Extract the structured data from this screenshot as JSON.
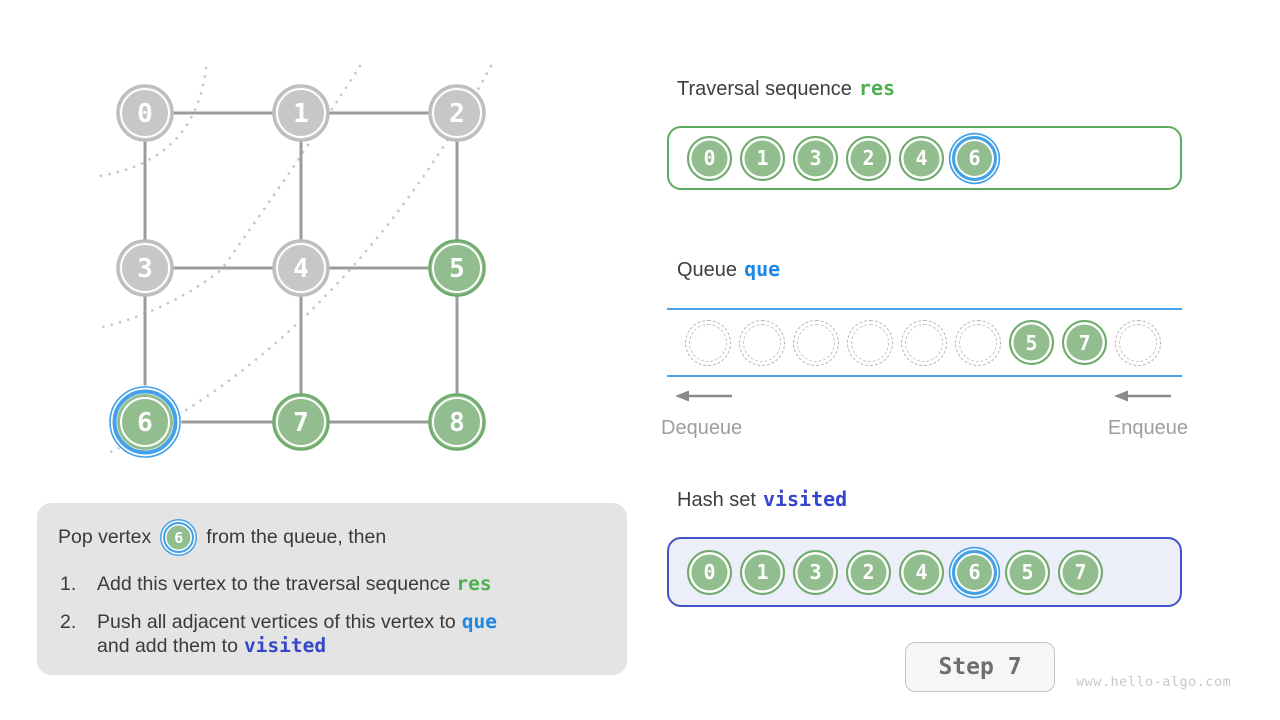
{
  "colors": {
    "vertex_green_fill": "#92bd8e",
    "vertex_green_border": "#6fac6c",
    "vertex_gray_fill": "#c7c7c7",
    "highlight_blue": "#45a1e7",
    "res_green": "#4caf50",
    "que_blue": "#1e88e5",
    "visited_indigo": "#3646c8",
    "edge_gray": "#9b9b9b",
    "queue_line_blue": "#4aa3e8",
    "instruction_box_bg": "#e4e4e4"
  },
  "graph": {
    "vertices": [
      {
        "label": "0",
        "state": "gray"
      },
      {
        "label": "1",
        "state": "gray"
      },
      {
        "label": "2",
        "state": "gray"
      },
      {
        "label": "3",
        "state": "gray"
      },
      {
        "label": "4",
        "state": "gray"
      },
      {
        "label": "5",
        "state": "green"
      },
      {
        "label": "6",
        "state": "green-highlighted"
      },
      {
        "label": "7",
        "state": "green"
      },
      {
        "label": "8",
        "state": "green"
      }
    ],
    "edges": [
      [
        0,
        1
      ],
      [
        1,
        2
      ],
      [
        3,
        4
      ],
      [
        4,
        5
      ],
      [
        6,
        7
      ],
      [
        7,
        8
      ],
      [
        0,
        3
      ],
      [
        3,
        6
      ],
      [
        1,
        4
      ],
      [
        4,
        7
      ],
      [
        2,
        5
      ],
      [
        5,
        8
      ]
    ]
  },
  "traversal": {
    "title": "Traversal sequence",
    "code": "res",
    "items": [
      "0",
      "1",
      "3",
      "2",
      "4",
      "6"
    ],
    "highlighted": "6"
  },
  "queue": {
    "title": "Queue",
    "code": "que",
    "slots": [
      "",
      "",
      "",
      "",
      "",
      "",
      "5",
      "7",
      ""
    ],
    "dequeue_label": "Dequeue",
    "enqueue_label": "Enqueue"
  },
  "hashset": {
    "title": "Hash set",
    "code": "visited",
    "items": [
      "0",
      "1",
      "3",
      "2",
      "4",
      "6",
      "5",
      "7"
    ],
    "highlighted": "6"
  },
  "instruction": {
    "pop_pre": "Pop vertex",
    "vertex": "6",
    "pop_post": "from the queue, then",
    "item1_num": "1.",
    "item1_text": "Add this vertex to the traversal sequence",
    "item1_code": "res",
    "item2_num": "2.",
    "item2_text": "Push all adjacent vertices of this vertex to",
    "item2_code": "que",
    "item2_text2": "and add them to",
    "item2_code2": "visited"
  },
  "footer": {
    "step_label": "Step 7",
    "watermark": "www.hello-algo.com"
  }
}
